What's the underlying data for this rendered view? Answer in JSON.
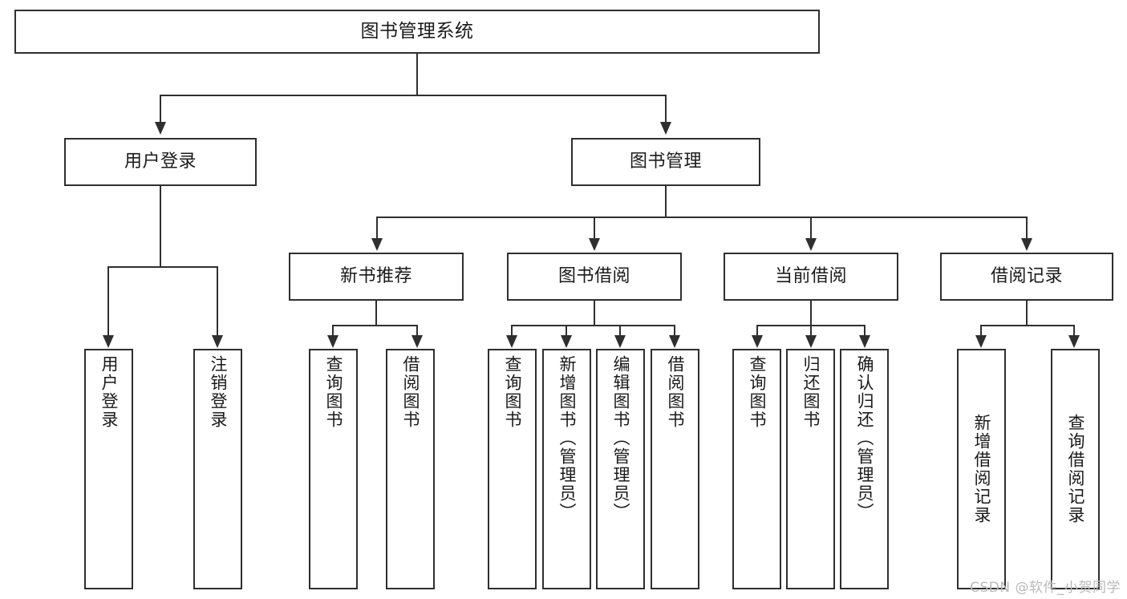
{
  "diagram": {
    "type": "tree",
    "title": "图书管理系统",
    "root": {
      "label": "图书管理系统"
    },
    "level1": [
      {
        "label": "用户登录"
      },
      {
        "label": "图书管理"
      }
    ],
    "level2": [
      {
        "label": "新书推荐"
      },
      {
        "label": "图书借阅"
      },
      {
        "label": "当前借阅"
      },
      {
        "label": "借阅记录"
      }
    ],
    "leaves": {
      "user_login": [
        {
          "label": "用户登录"
        },
        {
          "label": "注销登录"
        }
      ],
      "new_book_recommend": [
        {
          "label": "查询图书"
        },
        {
          "label": "借阅图书"
        }
      ],
      "book_borrow": [
        {
          "label": "查询图书"
        },
        {
          "label": "新增图书（管理员）"
        },
        {
          "label": "编辑图书（管理员）"
        },
        {
          "label": "借阅图书"
        }
      ],
      "current_borrow": [
        {
          "label": "查询图书"
        },
        {
          "label": "归还图书"
        },
        {
          "label": "确认归还（管理员）"
        }
      ],
      "borrow_record": [
        {
          "label": "新增借阅记录"
        },
        {
          "label": "查询借阅记录"
        }
      ]
    }
  },
  "watermark": {
    "text": "CSDN @软件_小贺同学"
  },
  "colors": {
    "stroke": "#2f2f2f",
    "background": "#ffffff",
    "text": "#1a1a1a",
    "watermark": "#b9b9b9"
  }
}
